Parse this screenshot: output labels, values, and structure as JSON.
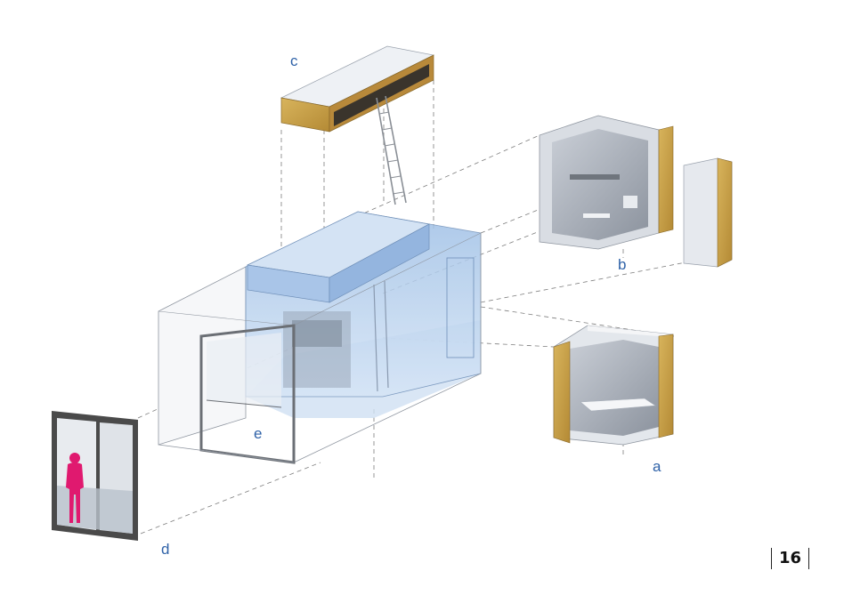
{
  "labels": {
    "a": "a",
    "b": "b",
    "c": "c",
    "d": "d",
    "e": "e"
  },
  "page": {
    "number": "16"
  },
  "colors": {
    "label_blue": "#2f62a8",
    "glass_blue": "#bcd3ee",
    "wood": "#c9a44c",
    "frame": "#4a4a4a",
    "person": "#e0196f"
  }
}
